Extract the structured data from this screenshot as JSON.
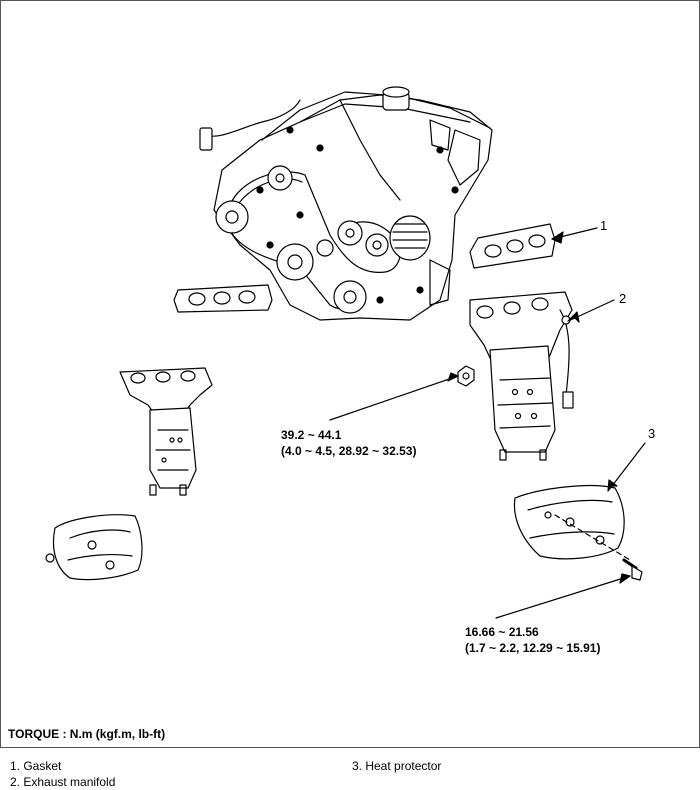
{
  "callouts": [
    "1",
    "2",
    "3"
  ],
  "torque_specs": [
    {
      "line1": "39.2 ~ 44.1",
      "line2": "(4.0 ~ 4.5, 28.92 ~ 32.53)"
    },
    {
      "line1": "16.66 ~ 21.56",
      "line2": "(1.7 ~ 2.2, 12.29 ~ 15.91)"
    }
  ],
  "torque_units_label": "TORQUE : N.m (kgf.m, lb-ft)",
  "legend": {
    "left": [
      "1.  Gasket",
      "2.  Exhaust manifold"
    ],
    "right": [
      "3.  Heat protector"
    ]
  }
}
